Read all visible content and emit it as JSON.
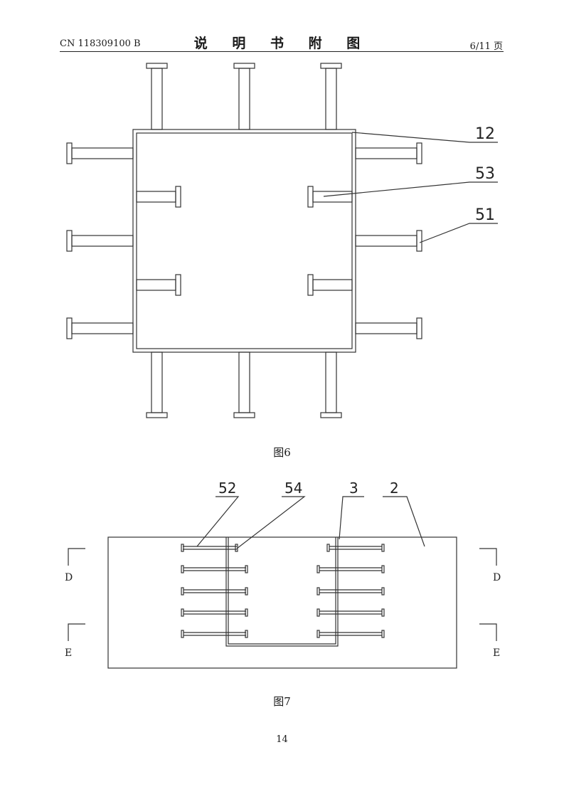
{
  "header": {
    "patent_number": "CN 118309100 B",
    "section_title": "说 明 书 附 图",
    "page_indicator": "6/11 页"
  },
  "figure6": {
    "caption": "图6",
    "labels": [
      "12",
      "53",
      "51"
    ]
  },
  "figure7": {
    "caption": "图7",
    "labels": [
      "52",
      "54",
      "3",
      "2"
    ],
    "section_marks": [
      "D",
      "D",
      "E",
      "E"
    ]
  },
  "page_number": "14"
}
